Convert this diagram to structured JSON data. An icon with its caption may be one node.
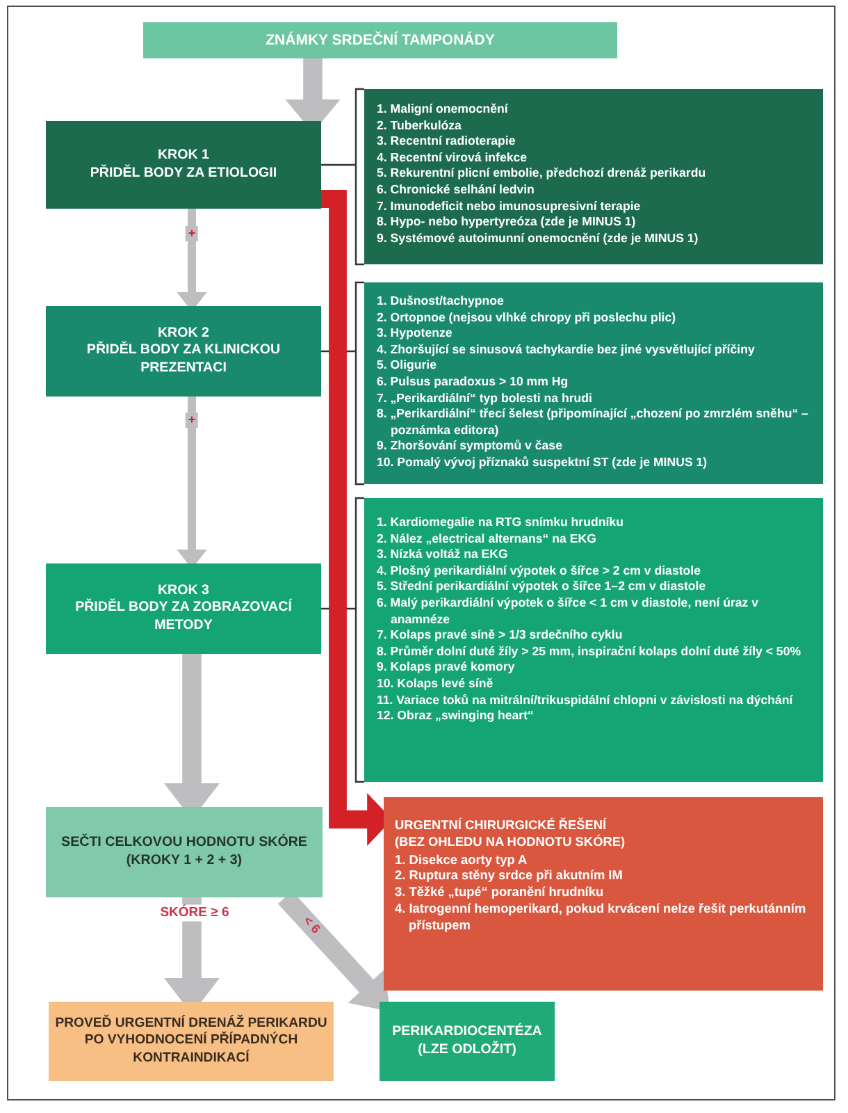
{
  "diagram": {
    "nodes": [
      {
        "text": [
          "ZNÁMKY SRDEČNÍ TAMPONÁDY"
        ]
      },
      {
        "text": [
          "KROK 1",
          "PŘIDĚL BODY ZA ETIOLOGII"
        ]
      },
      {
        "text": [
          "1. Maligní onemocnění",
          "2. Tuberkulóza",
          "3. Recentní radioterapie",
          "4. Recentní virová infekce",
          "5. Rekurentní plicní embolie, předchozí drenáž perikardu",
          "6. Chronické selhání ledvin",
          "7. Imunodeficit nebo imunosupresivní terapie",
          "8. Hypo- nebo hypertyreóza (zde je MINUS 1)",
          "9. Systémové autoimunní onemocnění (zde je MINUS 1)"
        ]
      },
      {
        "text": [
          "KROK 2",
          "PŘIDĚL BODY ZA KLINICKOU PREZENTACI"
        ]
      },
      {
        "text": [
          "1. Dušnost/tachypnoe",
          "2. Ortopnoe (nejsou vlhké chropy při poslechu plic)",
          "3. Hypotenze",
          "4. Zhoršující se sinusová tachykardie bez jiné vysvětlující příčiny",
          "5. Oligurie",
          "6. Pulsus paradoxus > 10 mm Hg",
          "7. „Perikardiální“ typ bolesti na hrudi",
          "8. „Perikardiální“ třecí šelest (připomínající „chození po zmrzlém sněhu“ – poznámka editora)",
          "9. Zhoršování symptomů v čase",
          "10. Pomalý vývoj příznaků suspektní ST (zde je MINUS 1)"
        ]
      },
      {
        "text": [
          "KROK 3",
          "PŘIDĚL BODY ZA ZOBRAZOVACÍ METODY"
        ]
      },
      {
        "text": [
          "1. Kardiomegalie na RTG snímku hrudníku",
          "2. Nález „electrical alternans“ na EKG",
          "3. Nízká voltáž na EKG",
          "4. Plošný perikardiální výpotek o šířce > 2 cm v diastole",
          "5. Střední perikardiální výpotek o šířce 1–2 cm v diastole",
          "6. Malý perikardiální výpotek o šířce < 1 cm v diastole, není úraz v anamnéze",
          "7. Kolaps pravé síně > 1/3 srdečního cyklu",
          "8. Průměr dolní duté žíly > 25 mm, inspirační kolaps dolní duté žíly < 50%",
          "9. Kolaps pravé komory",
          "10. Kolaps levé síně",
          "11. Variace toků na mitrální/trikuspidální chlopni v závislosti na dýchání",
          "12. Obraz „swinging heart“"
        ]
      },
      {
        "text": [
          "SEČTI CELKOVOU HODNOTU SKÓRE",
          "(KROKY 1 + 2 + 3)"
        ]
      },
      {
        "text": [
          "URGENTNÍ CHIRURGICKÉ ŘEŠENÍ",
          "(BEZ OHLEDU NA HODNOTU SKÓRE)",
          "1. Disekce aorty typ A",
          "2. Ruptura stěny srdce při akutním IM",
          "3. Těžké „tupé“ poranění hrudníku",
          "4. Iatrogenní hemoperikard, pokud krvácení nelze řešit perkutánním přístupem"
        ]
      },
      {
        "text": [
          "PROVEĎ URGENTNÍ DRENÁŽ PERIKARDU PO VYHODNOCENÍ PŘÍPADNÝCH KONTRAINDIKACÍ"
        ]
      },
      {
        "text": [
          "PERIKARDIOCENTÉZA",
          "(LZE ODLOŽIT)"
        ]
      }
    ],
    "edges": [
      {
        "from": 0,
        "to": 1,
        "arrow": "to",
        "style": "thick"
      },
      {
        "from": 1,
        "to": 2,
        "arrow": "none",
        "color": "#333333"
      },
      {
        "from": 1,
        "to": 3,
        "arrow": "to",
        "label": "+"
      },
      {
        "from": 3,
        "to": 4,
        "arrow": "none",
        "color": "#333333"
      },
      {
        "from": 3,
        "to": 5,
        "arrow": "to",
        "label": "+"
      },
      {
        "from": 5,
        "to": 6,
        "arrow": "none",
        "color": "#333333"
      },
      {
        "from": 5,
        "to": 7,
        "arrow": "to",
        "style": "thick"
      },
      {
        "from": 1,
        "to": 8,
        "arrow": "to",
        "style": "thick",
        "color": "#d42027"
      },
      {
        "from": 7,
        "to": 9,
        "arrow": "to",
        "label": "SKÓRE ≥ 6",
        "style": "thick"
      },
      {
        "from": 7,
        "to": 10,
        "arrow": "to",
        "label": "< 6",
        "style": "thick"
      }
    ]
  }
}
